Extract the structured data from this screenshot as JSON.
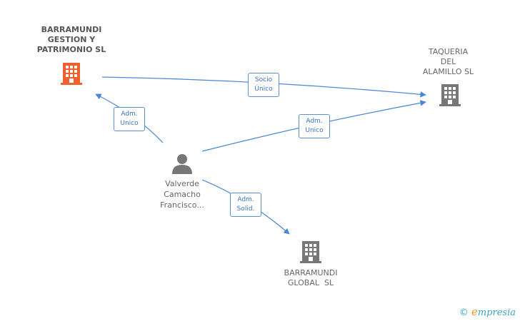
{
  "nodes": {
    "barramundi_gp": {
      "label_lines": [
        "BARRAMUNDI",
        "GESTION Y",
        "PATRIMONIO SL"
      ],
      "icon": "building-icon",
      "color": "#f0622d"
    },
    "taqueria": {
      "label_lines": [
        "TAQUERIA",
        "DEL",
        "ALAMILLO SL"
      ],
      "icon": "building-icon",
      "color": "#777777"
    },
    "person": {
      "label_lines": [
        "Valverde",
        "Camacho",
        "Francisco..."
      ],
      "icon": "person-icon",
      "color": "#777777"
    },
    "barramundi_global": {
      "label_lines": [
        "BARRAMUNDI",
        "GLOBAL  SL"
      ],
      "icon": "building-icon",
      "color": "#777777"
    }
  },
  "edges": [
    {
      "from": "barramundi_gp",
      "to": "taqueria",
      "label_lines": [
        "Socio",
        "Único"
      ]
    },
    {
      "from": "person",
      "to": "barramundi_gp",
      "label_lines": [
        "Adm.",
        "Unico"
      ]
    },
    {
      "from": "person",
      "to": "taqueria",
      "label_lines": [
        "Adm.",
        "Unico"
      ]
    },
    {
      "from": "person",
      "to": "barramundi_global",
      "label_lines": [
        "Adm.",
        "Solid."
      ]
    }
  ],
  "footer": {
    "copyright": "©",
    "brand_e": "e",
    "brand_rest": "mpresia"
  },
  "colors": {
    "edge": "#4a86d4",
    "accent": "#f0622d",
    "icon_gray": "#777777"
  }
}
